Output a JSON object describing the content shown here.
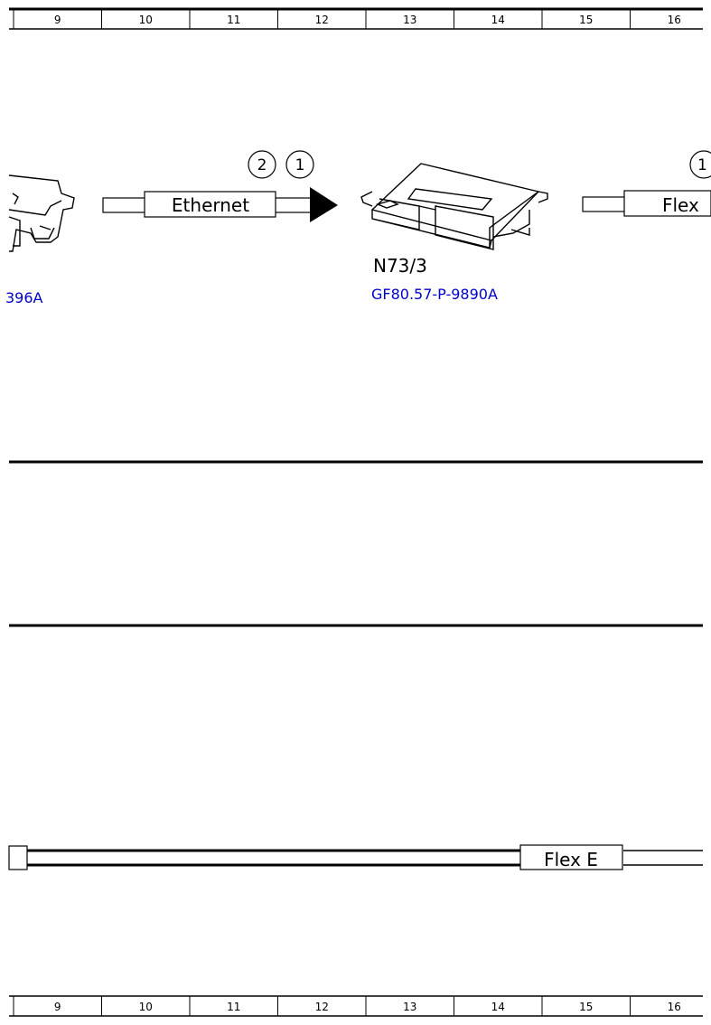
{
  "ruler": {
    "columns": [
      "9",
      "10",
      "11",
      "12",
      "13",
      "14",
      "15",
      "16"
    ]
  },
  "components": {
    "left_partial_ref": "396A",
    "center_id": "N73/3",
    "center_ref": "GF80.57-P-9890A"
  },
  "connections": {
    "ethernet_label": "Ethernet",
    "ethernet_badge_1": "2",
    "ethernet_badge_2": "1",
    "flex_right_label": "Flex",
    "flex_right_badge": "1",
    "flex_bottom_label": "Flex E"
  },
  "colors": {
    "link": "#0000cc",
    "line": "#000000"
  }
}
